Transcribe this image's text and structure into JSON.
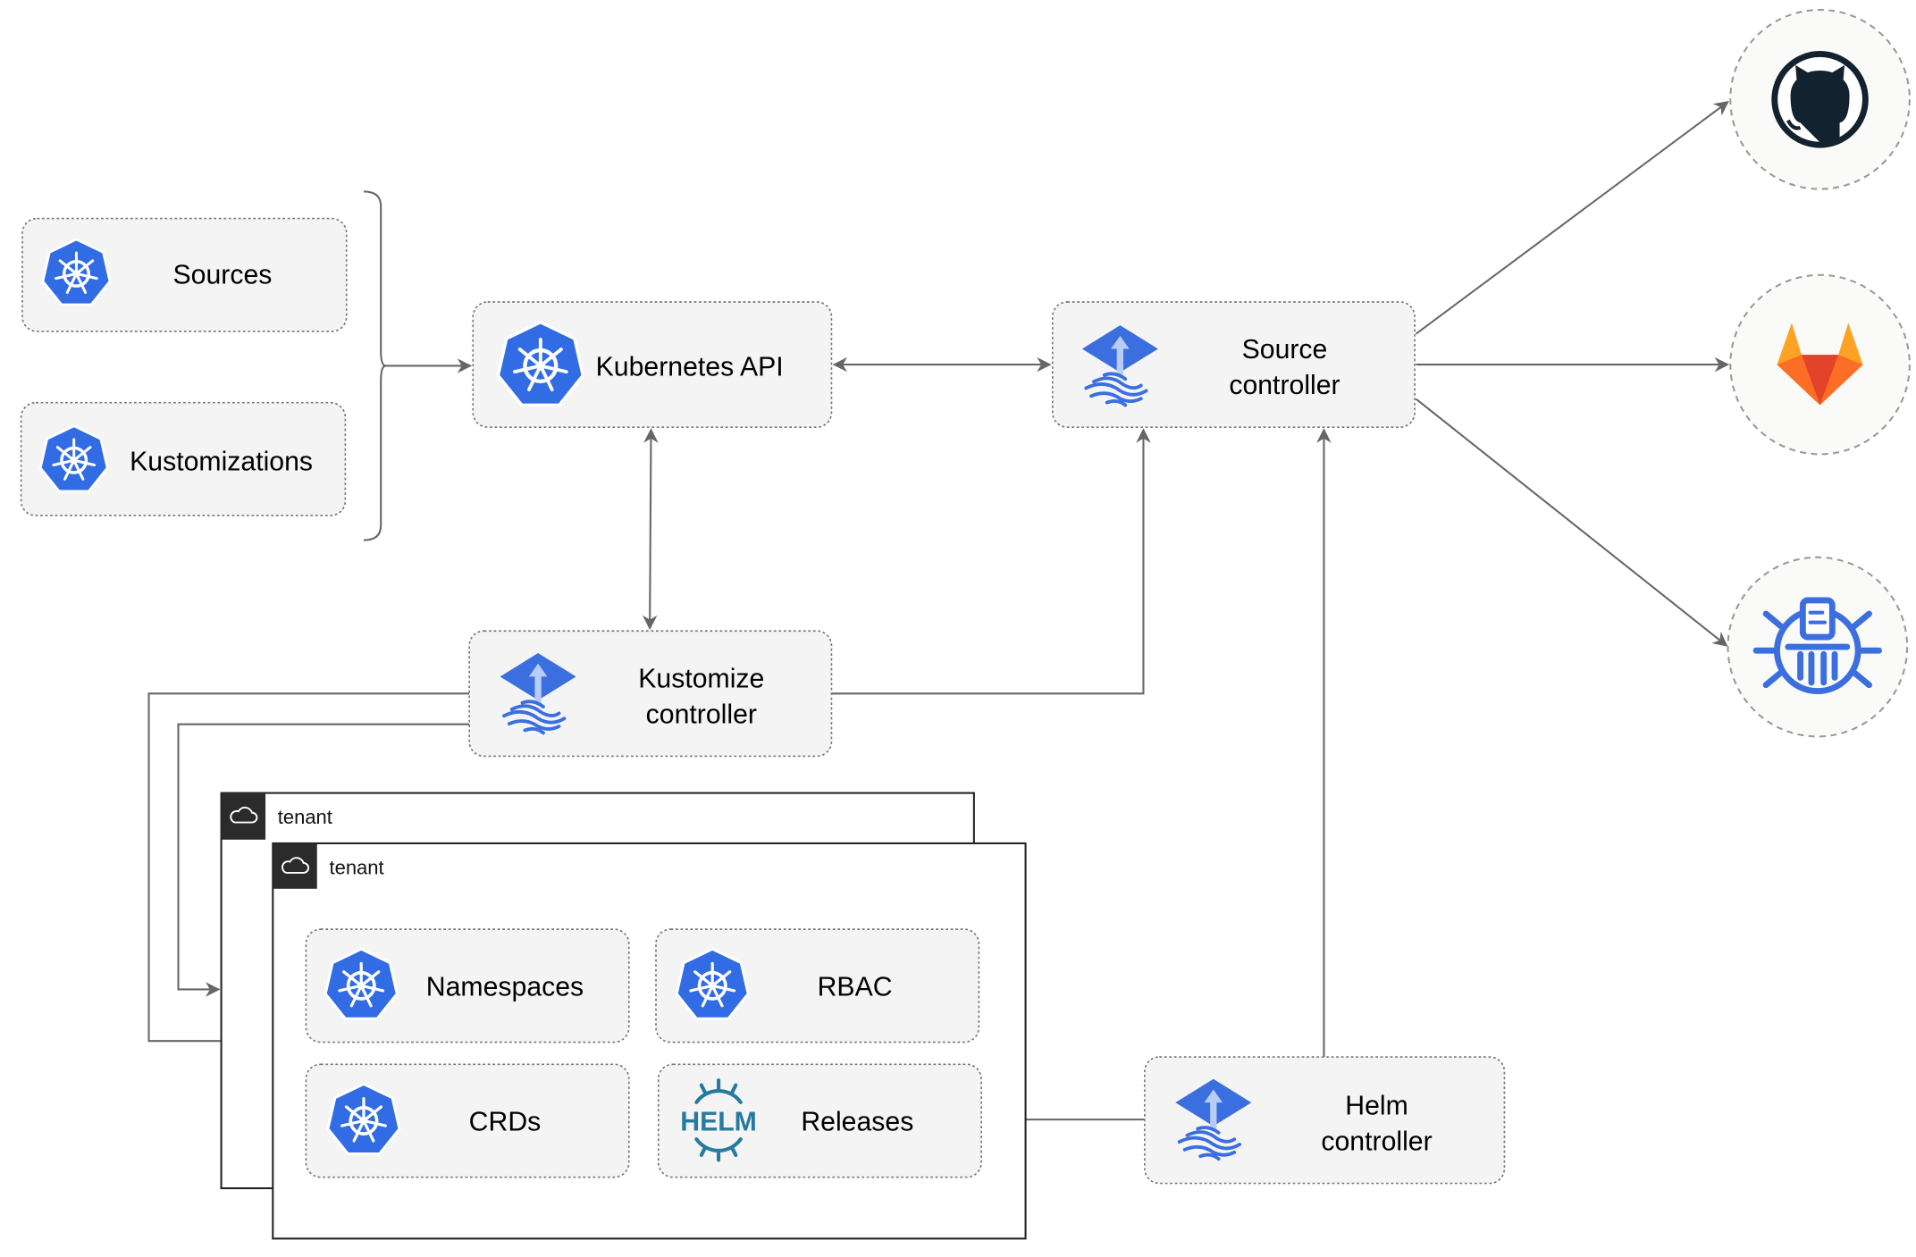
{
  "colors": {
    "kubernetes_blue": "#326ce5",
    "flux_blue": "#3b6fe0",
    "edge_gray": "#666666",
    "github_dark": "#13222f",
    "gitlab_orange": "#e24329",
    "tenant_header": "#2b2b2b"
  },
  "nodes": {
    "sources": {
      "label": "Sources",
      "icon": "kubernetes-icon"
    },
    "kustomizations": {
      "label": "Kustomizations",
      "icon": "kubernetes-icon"
    },
    "kubernetes_api": {
      "label": "Kubernetes API",
      "icon": "kubernetes-icon"
    },
    "source_controller": {
      "line1": "Source",
      "line2": "controller",
      "icon": "flux-icon"
    },
    "kustomize_controller": {
      "line1": "Kustomize",
      "line2": "controller",
      "icon": "flux-icon"
    },
    "helm_controller": {
      "line1": "Helm",
      "line2": "controller",
      "icon": "flux-icon"
    },
    "namespaces": {
      "label": "Namespaces",
      "icon": "kubernetes-icon"
    },
    "rbac": {
      "label": "RBAC",
      "icon": "kubernetes-icon"
    },
    "crds": {
      "label": "CRDs",
      "icon": "kubernetes-icon"
    },
    "releases": {
      "label": "Releases",
      "icon": "helm-icon",
      "logo_text": "HELM"
    }
  },
  "tenants": [
    {
      "label": "tenant",
      "icon": "cloud-icon"
    },
    {
      "label": "tenant",
      "icon": "cloud-icon"
    }
  ],
  "external_sources": [
    {
      "icon": "github-icon"
    },
    {
      "icon": "gitlab-icon"
    },
    {
      "icon": "bucket-icon"
    }
  ]
}
